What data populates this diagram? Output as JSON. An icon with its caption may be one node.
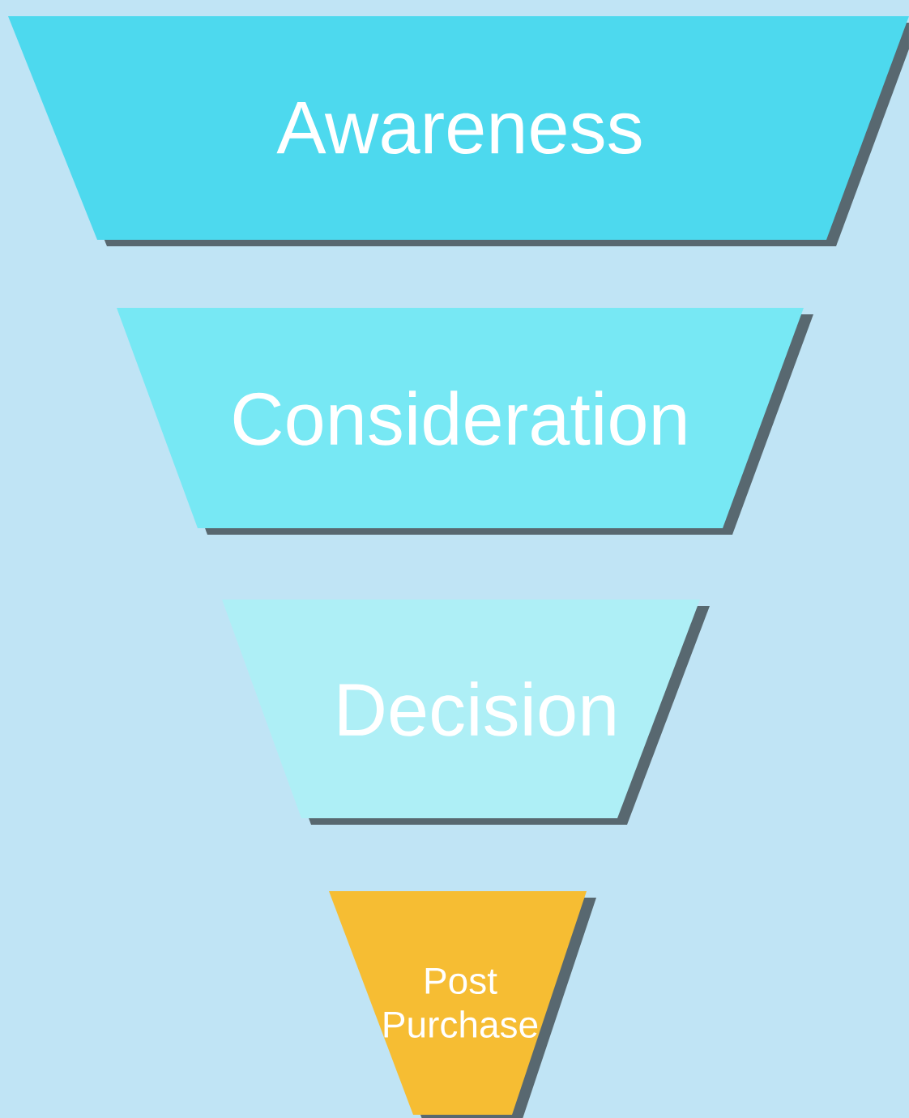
{
  "diagram": {
    "nodes": [
      {
        "text": [
          "Awareness"
        ]
      },
      {
        "text": [
          "Consideration"
        ]
      },
      {
        "text": [
          "Decision"
        ]
      },
      {
        "text": [
          "Post Purchase"
        ]
      }
    ]
  }
}
